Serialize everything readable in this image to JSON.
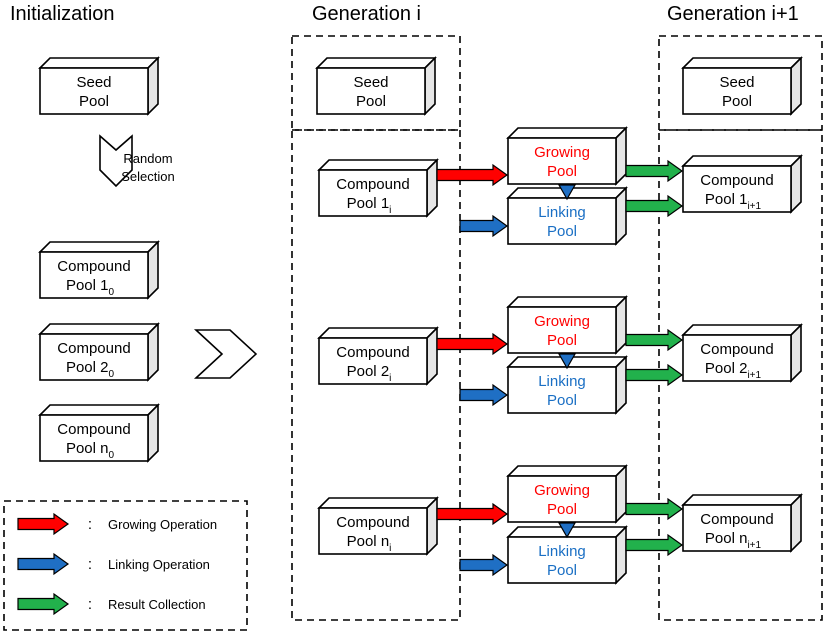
{
  "headers": {
    "initialization": "Initialization",
    "generation_i": "Generation i",
    "generation_next": "Generation i+1"
  },
  "labels": {
    "seed": "Seed",
    "pool": "Pool",
    "compound": "Compound",
    "growing": "Growing",
    "linking": "Linking",
    "random": "Random",
    "selection": "Selection",
    "pool_space": "Pool  "
  },
  "subscripts": {
    "zero": "0",
    "i": "i",
    "i_plus_1": "i+1"
  },
  "indices": {
    "one": "1",
    "two": "2",
    "n": "n"
  },
  "legend": {
    "items": [
      {
        "colon": ":",
        "label": "Growing  Operation",
        "color": "#ff0000"
      },
      {
        "colon": ":",
        "label": "Linking  Operation",
        "color": "#1f6fc4"
      },
      {
        "colon": ":",
        "label": "Result  Collection",
        "color": "#22b14c"
      }
    ]
  },
  "colors": {
    "growing_text": "#ff0000",
    "linking_text": "#1a6fc4",
    "red_arrow": "#ff0000",
    "blue_arrow": "#1f6fc4",
    "green_arrow": "#22b14c",
    "box_stroke": "#000000",
    "box_side": "#e6e6e6"
  }
}
